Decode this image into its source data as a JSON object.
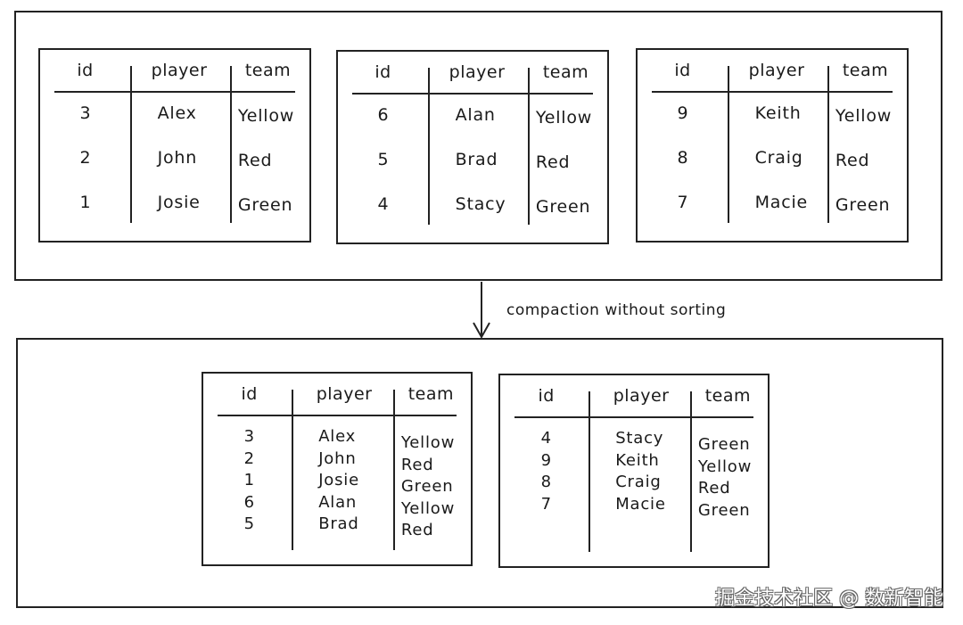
{
  "headers": [
    "id",
    "player",
    "team"
  ],
  "before": {
    "tables": [
      {
        "rows": [
          {
            "id": "3",
            "player": "Alex",
            "team": "Yellow"
          },
          {
            "id": "2",
            "player": "John",
            "team": "Red"
          },
          {
            "id": "1",
            "player": "Josie",
            "team": "Green"
          }
        ]
      },
      {
        "rows": [
          {
            "id": "6",
            "player": "Alan",
            "team": "Yellow"
          },
          {
            "id": "5",
            "player": "Brad",
            "team": "Red"
          },
          {
            "id": "4",
            "player": "Stacy",
            "team": "Green"
          }
        ]
      },
      {
        "rows": [
          {
            "id": "9",
            "player": "Keith",
            "team": "Yellow"
          },
          {
            "id": "8",
            "player": "Craig",
            "team": "Red"
          },
          {
            "id": "7",
            "player": "Macie",
            "team": "Green"
          }
        ]
      }
    ]
  },
  "arrow_label": "compaction without sorting",
  "after": {
    "tables": [
      {
        "rows": [
          {
            "id": "3",
            "player": "Alex",
            "team": "Yellow"
          },
          {
            "id": "2",
            "player": "John",
            "team": "Red"
          },
          {
            "id": "1",
            "player": "Josie",
            "team": "Green"
          },
          {
            "id": "6",
            "player": "Alan",
            "team": "Yellow"
          },
          {
            "id": "5",
            "player": "Brad",
            "team": "Red"
          }
        ]
      },
      {
        "rows": [
          {
            "id": "4",
            "player": "Stacy",
            "team": "Green"
          },
          {
            "id": "9",
            "player": "Keith",
            "team": "Yellow"
          },
          {
            "id": "8",
            "player": "Craig",
            "team": "Red"
          },
          {
            "id": "7",
            "player": "Macie",
            "team": "Green"
          }
        ]
      }
    ]
  },
  "watermark": "掘金技术社区 @ 数新智能"
}
